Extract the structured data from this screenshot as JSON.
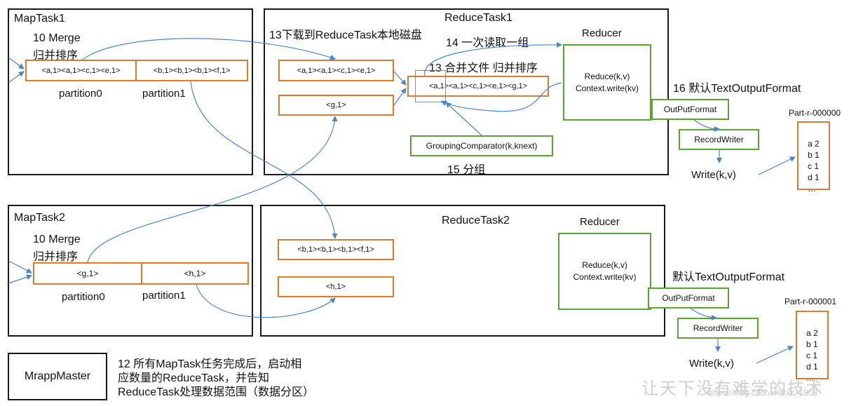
{
  "maptask1": {
    "title": "MapTask1",
    "merge": "10 Merge",
    "sort": "归并排序",
    "p0_cell": "<a,1><a,1><c,1><e,1>",
    "p1_cell": "<b,1><b,1><b,1><f,1>",
    "p0_label": "partition0",
    "p1_label": "partition1"
  },
  "maptask2": {
    "title": "MapTask2",
    "merge": "10 Merge",
    "sort": "归并排序",
    "p0_cell": "<g,1>",
    "p1_cell": "<h,1>",
    "p0_label": "partition0",
    "p1_label": "partition1"
  },
  "reducetask1": {
    "title": "ReduceTask1",
    "download": "13下载到ReduceTask本地磁盘",
    "read_group": "14 一次读取一组",
    "merge_files": "13 合并文件 归并排序",
    "in1": "<a,1><a,1><c,1><e,1>",
    "in2": "<g,1>",
    "merged": "<a,1><a,1><c,1><e,1><g,1>",
    "reducer_title": "Reducer",
    "reducer_body": "Reduce(k,v)\nContext.write(kv)",
    "grouping": "GroupingComparator(k,knext)",
    "group_label": "15 分组"
  },
  "reducetask2": {
    "title": "ReduceTask2",
    "in1": "<b,1><b,1><b,1><f,1>",
    "in2": "<h,1>",
    "reducer_title": "Reducer",
    "reducer_body": "Reduce(k,v)\nContext.write(kv)"
  },
  "output1": {
    "format_label": "16 默认TextOutputFormat",
    "outputformat": "OutPutFormat",
    "recordwriter": "RecordWriter",
    "write": "Write(k,v)",
    "file": "Part-r-000000",
    "content": "a 2\nb 1\nc 1\nd 1\n…"
  },
  "output2": {
    "format_label": "默认TextOutputFormat",
    "outputformat": "OutPutFormat",
    "recordwriter": "RecordWriter",
    "write": "Write(k,v)",
    "file": "Part-r-000001",
    "content": "a 2\nb 1\nc 1\nd 1\n…"
  },
  "master": {
    "title": "MrappMaster",
    "note": "12 所有MapTask任务完成后，启动相\n应数量的ReduceTask，并告知\nReduceTask处理数据范围（数据分区）"
  },
  "watermark": {
    "text": "让天下没有难学的技术",
    "url": "https://blog.csdn.net/xz_1803"
  },
  "colors": {
    "map_cell_border": "#e07a2b",
    "reducer_border": "#5aa532",
    "arrow": "#4a86c5",
    "frame": "#1a1a1a"
  }
}
